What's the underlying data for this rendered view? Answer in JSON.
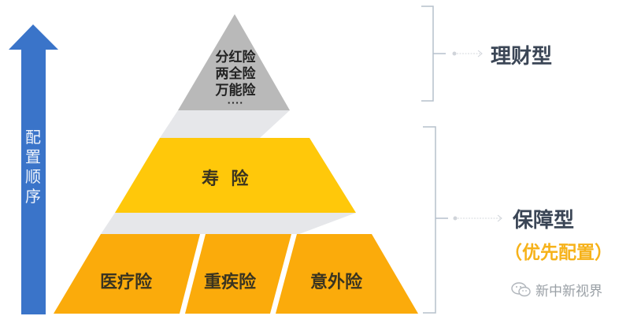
{
  "arrow": {
    "label": [
      "配",
      "置",
      "顺",
      "序"
    ],
    "color": "#3a74c9"
  },
  "pyramid": {
    "top": {
      "items": [
        "分红险",
        "两全险",
        "万能险"
      ],
      "ellipsis": "····",
      "color": "#b9b9b9"
    },
    "middle": {
      "label": "寿  险",
      "color": "#ffc80a"
    },
    "bottom": {
      "items": [
        "医疗险",
        "重疾险",
        "意外险"
      ],
      "color": "#fbab0b"
    },
    "shadow_color": "#e6e7ea"
  },
  "categories": [
    {
      "label": "理财型",
      "sub": ""
    },
    {
      "label": "保障型",
      "sub": "（优先配置）"
    }
  ],
  "bracket_color": "#b5c0cc",
  "watermark": {
    "icon": "wechat-icon",
    "text": "新中新视界"
  }
}
